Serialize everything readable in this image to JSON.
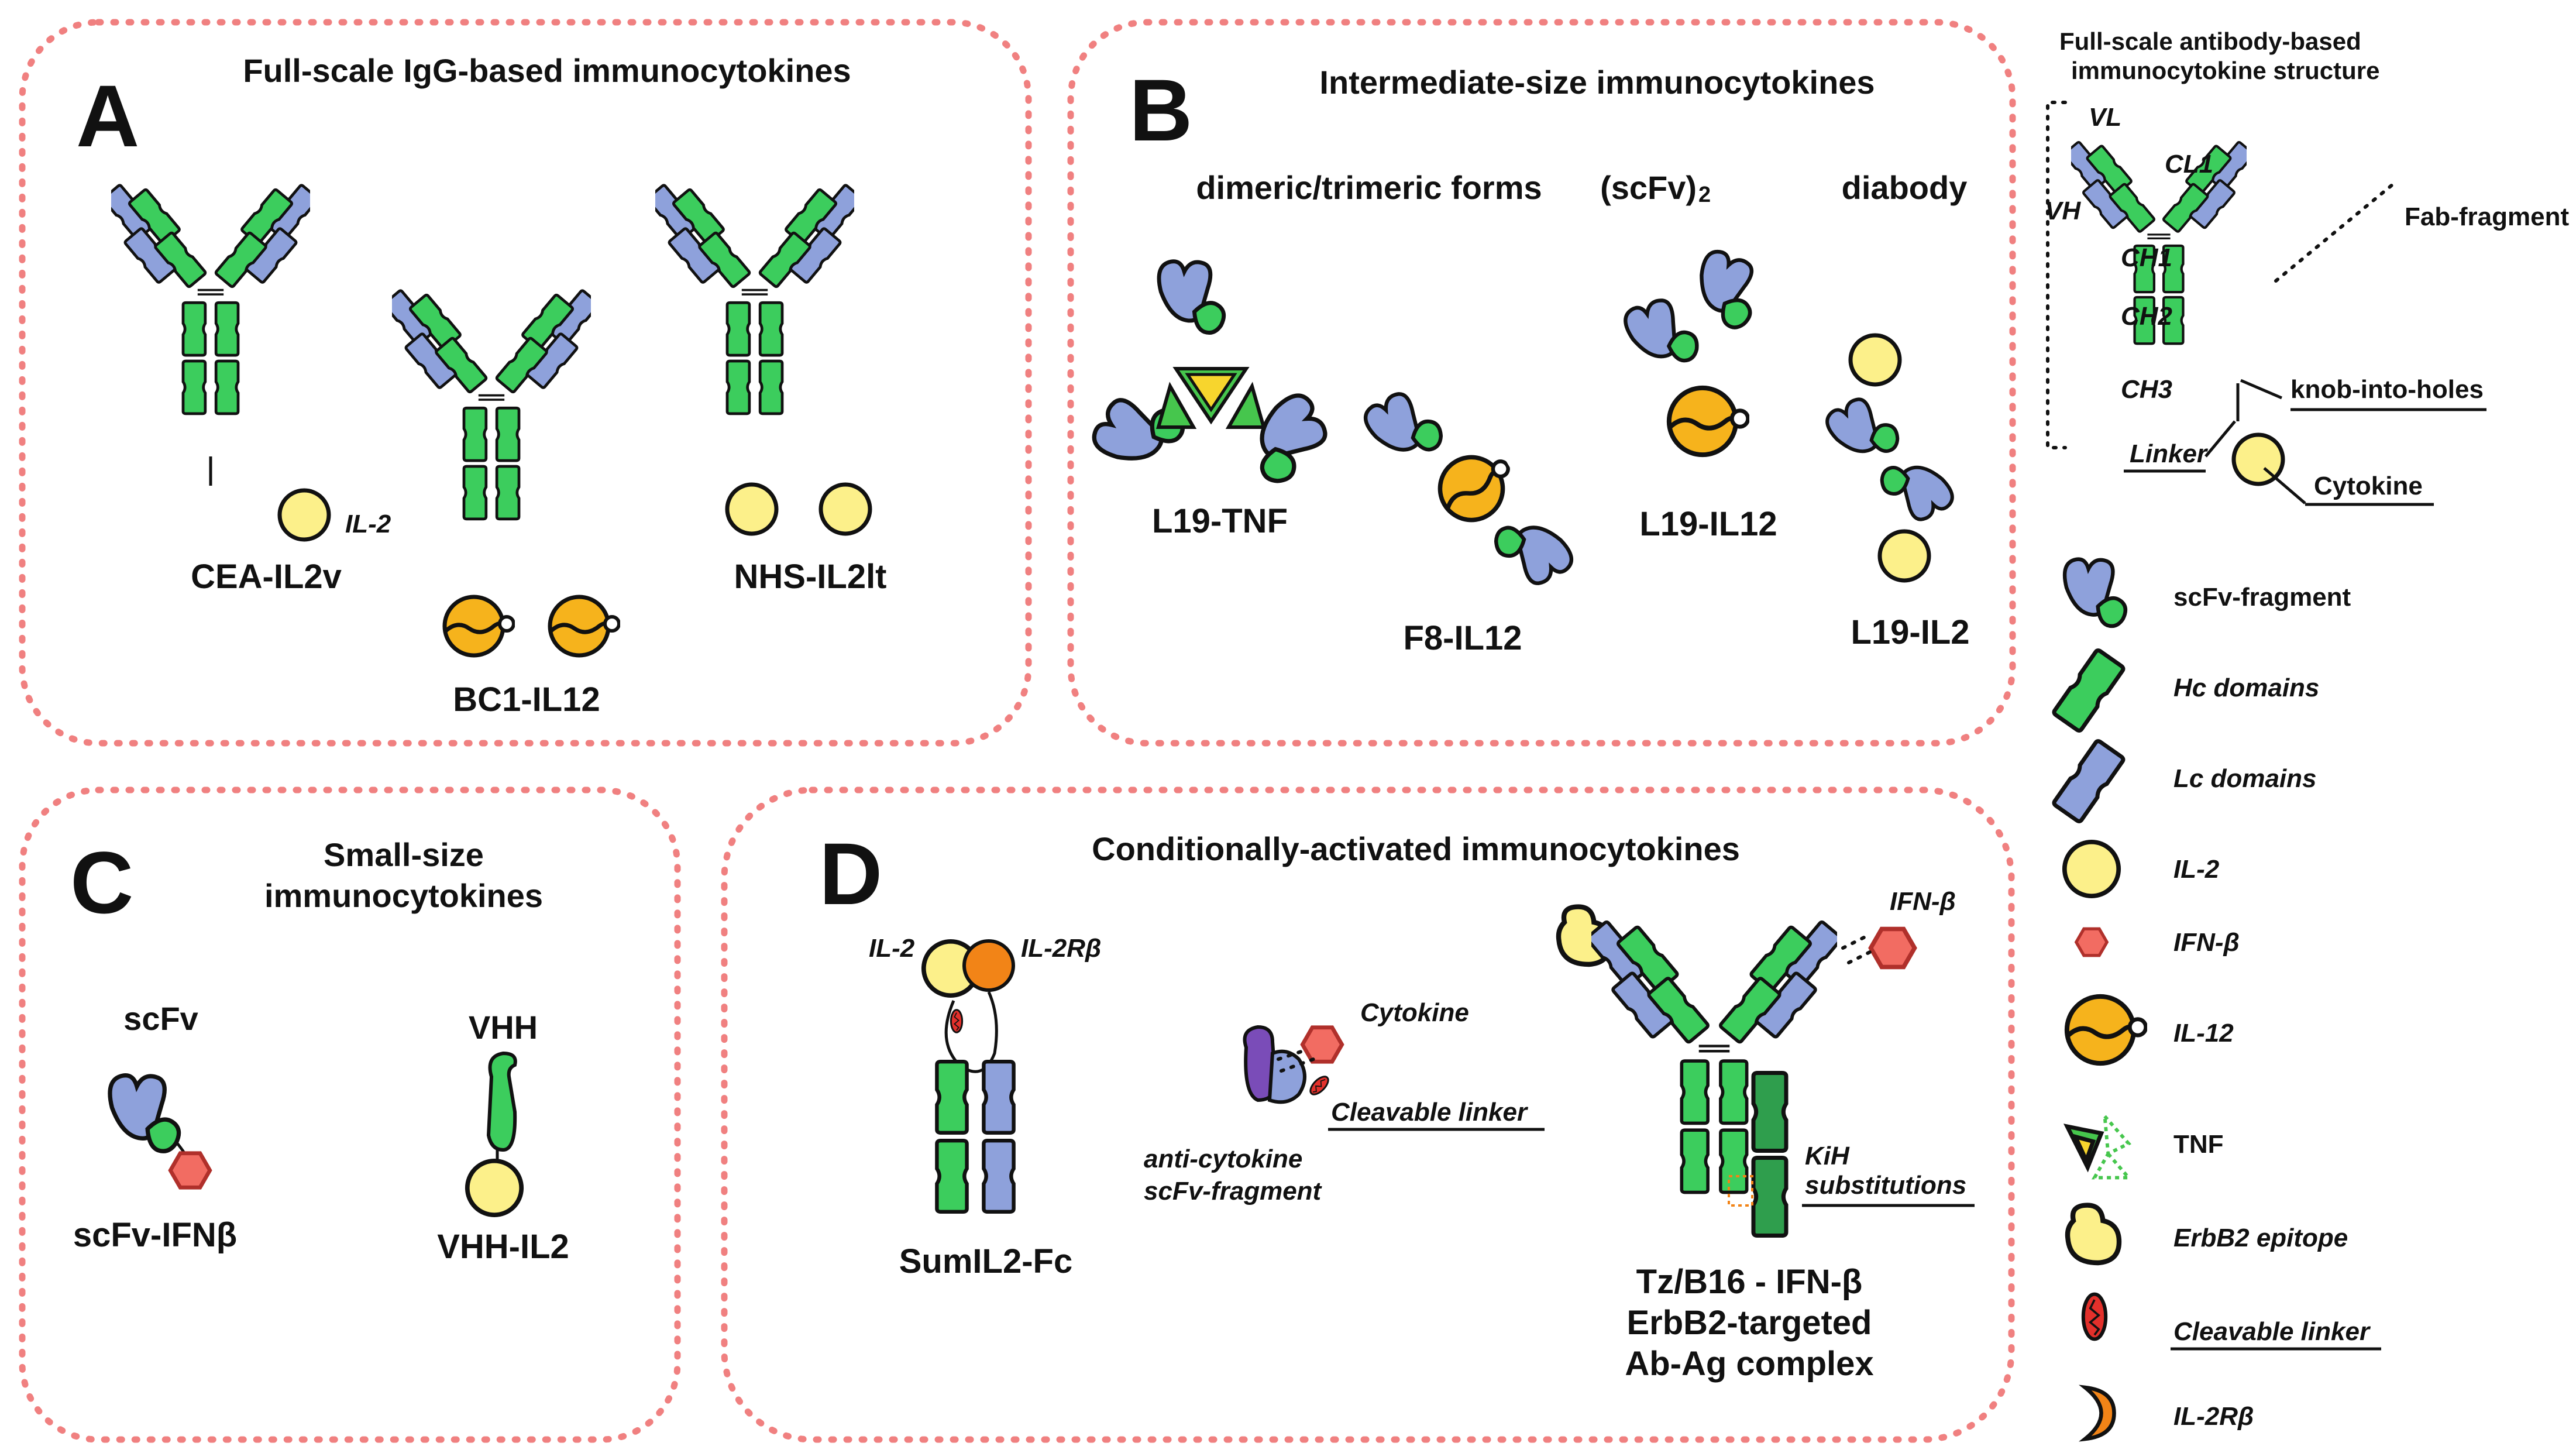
{
  "panels": {
    "A": {
      "letter": "A",
      "title": "Full-scale IgG-based immunocytokines",
      "labels": {
        "cea": "CEA-IL2v",
        "il2": "IL-2",
        "bc1": "BC1-IL12",
        "nhs": "NHS-IL2lt"
      }
    },
    "B": {
      "letter": "B",
      "title": "Intermediate-size immunocytokines",
      "headers": {
        "forms": "dimeric/trimeric forms",
        "scfv2": "(scFv)",
        "scfv2_sub": "2",
        "diabody": "diabody"
      },
      "labels": {
        "l19tnf": "L19-TNF",
        "f8": "F8-IL12",
        "l19il12": "L19-IL12",
        "l19il2": "L19-IL2"
      }
    },
    "C": {
      "letter": "C",
      "title_line1": "Small-size",
      "title_line2": "immunocytokines",
      "headers": {
        "scfv": "scFv",
        "vhh": "VHH"
      },
      "labels": {
        "scfvifn": "scFv-IFNβ",
        "vhhil2": "VHH-IL2"
      }
    },
    "D": {
      "letter": "D",
      "title": "Conditionally-activated immunocytokines",
      "labels": {
        "il2": "IL-2",
        "il2rb": "IL-2Rβ",
        "sumil2": "SumIL2-Fc",
        "cytokine": "Cytokine",
        "cleavable": "Cleavable linker",
        "anti1": "anti-cytokine",
        "anti2": "scFv-fragment",
        "ifnb": "IFN-β",
        "kih1": "KiH",
        "kih2": "substitutions",
        "tz1": "Tz/B16 - IFN-β",
        "tz2": "ErbB2-targeted",
        "tz3": "Ab-Ag complex"
      }
    }
  },
  "structure": {
    "title1": "Full-scale antibody-based",
    "title2": "immunocytokine structure",
    "labels": {
      "vl": "VL",
      "vh": "VH",
      "cl1": "CL1",
      "ch1": "CH1",
      "ch2": "CH2",
      "ch3": "CH3",
      "fab": "Fab-fragment",
      "knob": "knob-into-holes",
      "linker": "Linker",
      "cytokine": "Cytokine"
    }
  },
  "legend": [
    {
      "icon": "scfv-icon",
      "label": "scFv-fragment"
    },
    {
      "icon": "hc-domain-icon",
      "label": "Hc domains"
    },
    {
      "icon": "lc-domain-icon",
      "label": "Lc domains"
    },
    {
      "icon": "il2-icon",
      "label": "IL-2"
    },
    {
      "icon": "ifn-beta-icon",
      "label": "IFN-β"
    },
    {
      "icon": "il12-icon",
      "label": "IL-12"
    },
    {
      "icon": "tnf-icon",
      "label": "TNF"
    },
    {
      "icon": "erbb2-icon",
      "label": "ErbB2 epitope"
    },
    {
      "icon": "cleavable-linker-icon",
      "label": "Cleavable linker"
    },
    {
      "icon": "il2rb-icon",
      "label": "IL-2Rβ"
    }
  ],
  "colors": {
    "hc": "#3ccd5d",
    "lc": "#8ea1db",
    "il2": "#fcf08a",
    "il12": "#f6b31c",
    "ifn": "#f26c62",
    "panel_border": "#f08080",
    "purple": "#7a4cb8",
    "il2rb": "#f28417"
  }
}
